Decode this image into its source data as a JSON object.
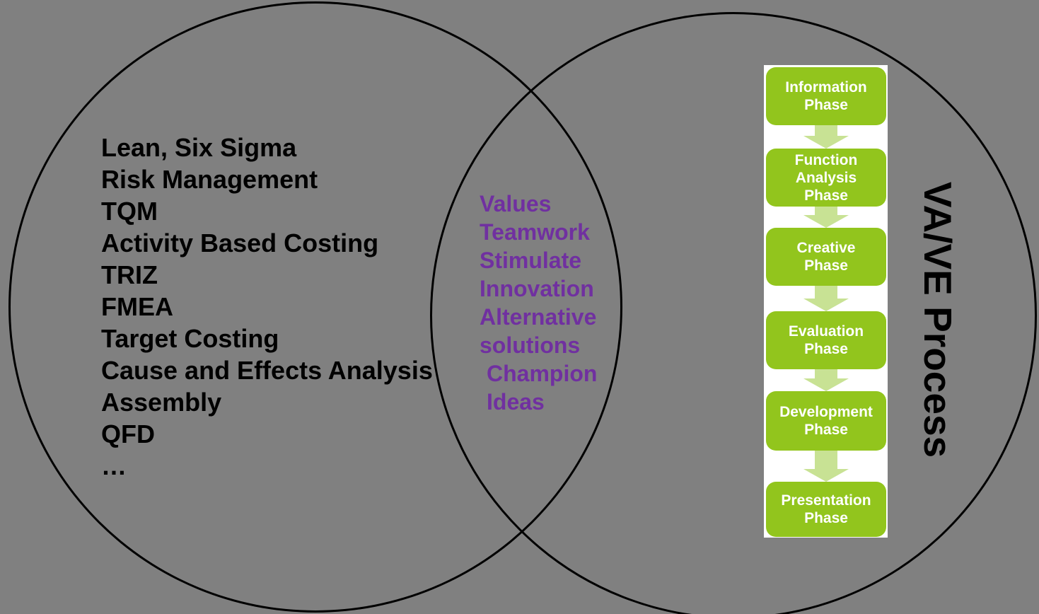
{
  "background_color": "#808080",
  "circle_stroke_color": "#000000",
  "left_circle": {
    "text_color": "#000000",
    "items": [
      "Lean, Six Sigma",
      "Risk Management",
      "TQM",
      "Activity Based Costing",
      "TRIZ",
      "FMEA",
      "Target Costing",
      "Cause and Effects Analysis",
      "Assembly",
      "QFD",
      "…"
    ]
  },
  "intersection": {
    "text_color": "#7030A0",
    "items": [
      {
        "text": "Values",
        "indent": false
      },
      {
        "text": "Teamwork",
        "indent": false
      },
      {
        "text": "Stimulate",
        "indent": false
      },
      {
        "text": "Innovation",
        "indent": false
      },
      {
        "text": "Alternative",
        "indent": false
      },
      {
        "text": "solutions",
        "indent": false
      },
      {
        "text": "Champion",
        "indent": true
      },
      {
        "text": "Ideas",
        "indent": true
      }
    ]
  },
  "vave_process": {
    "label": "VA/VE Process",
    "panel_color": "#FFFFFF",
    "box_color": "#92C51D",
    "arrow_color": "#C8E294",
    "box_text_color": "#FFFFFF",
    "phases": [
      "Information Phase",
      "Function Analysis Phase",
      "Creative Phase",
      "Evaluation Phase",
      "Development Phase",
      "Presentation Phase"
    ]
  }
}
